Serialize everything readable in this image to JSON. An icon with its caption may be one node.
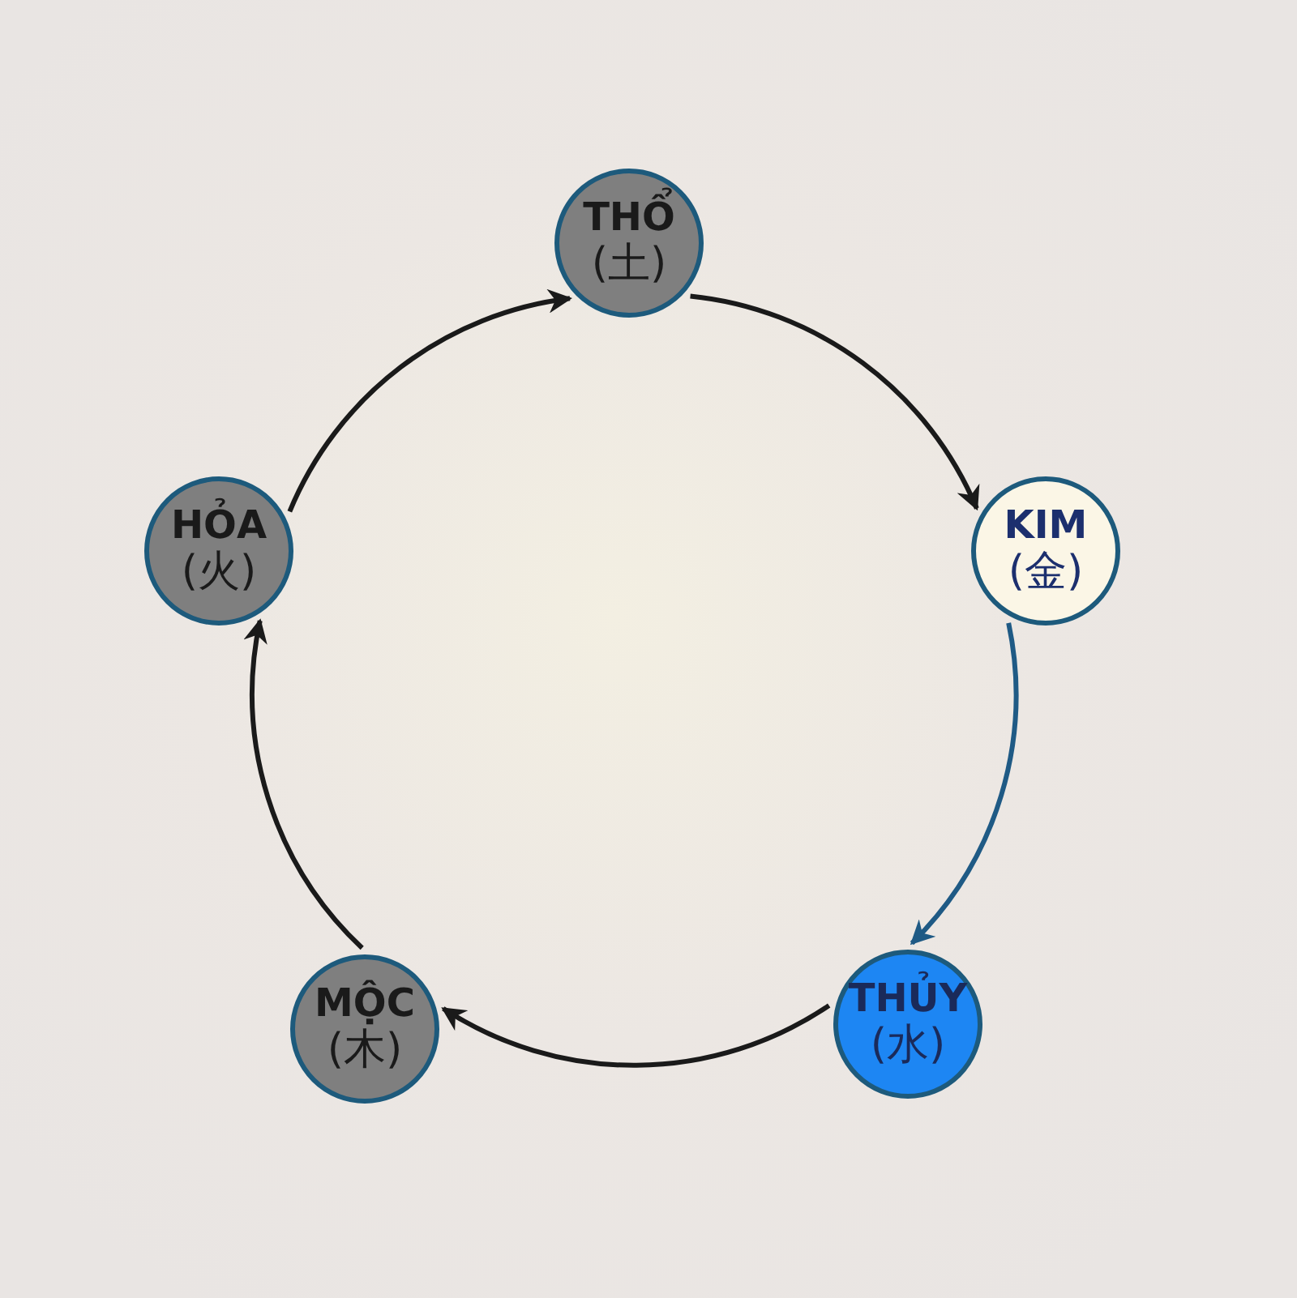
{
  "diagram": {
    "nodes": [
      {
        "text": [
          "THỔ",
          "(土)"
        ]
      },
      {
        "text": [
          "KIM",
          "(金)"
        ]
      },
      {
        "text": [
          "THỦY",
          "(水)"
        ]
      },
      {
        "text": [
          "MỘC",
          "(木)"
        ]
      },
      {
        "text": [
          "HỎA",
          "(火)"
        ]
      }
    ],
    "edges": [
      {
        "from": 0,
        "to": 1,
        "arrow": "to"
      },
      {
        "from": 1,
        "to": 2,
        "arrow": "to",
        "color": "#1f5a85"
      },
      {
        "from": 2,
        "to": 3,
        "arrow": "to"
      },
      {
        "from": 3,
        "to": 4,
        "arrow": "to"
      },
      {
        "from": 4,
        "to": 0,
        "arrow": "to"
      }
    ]
  }
}
